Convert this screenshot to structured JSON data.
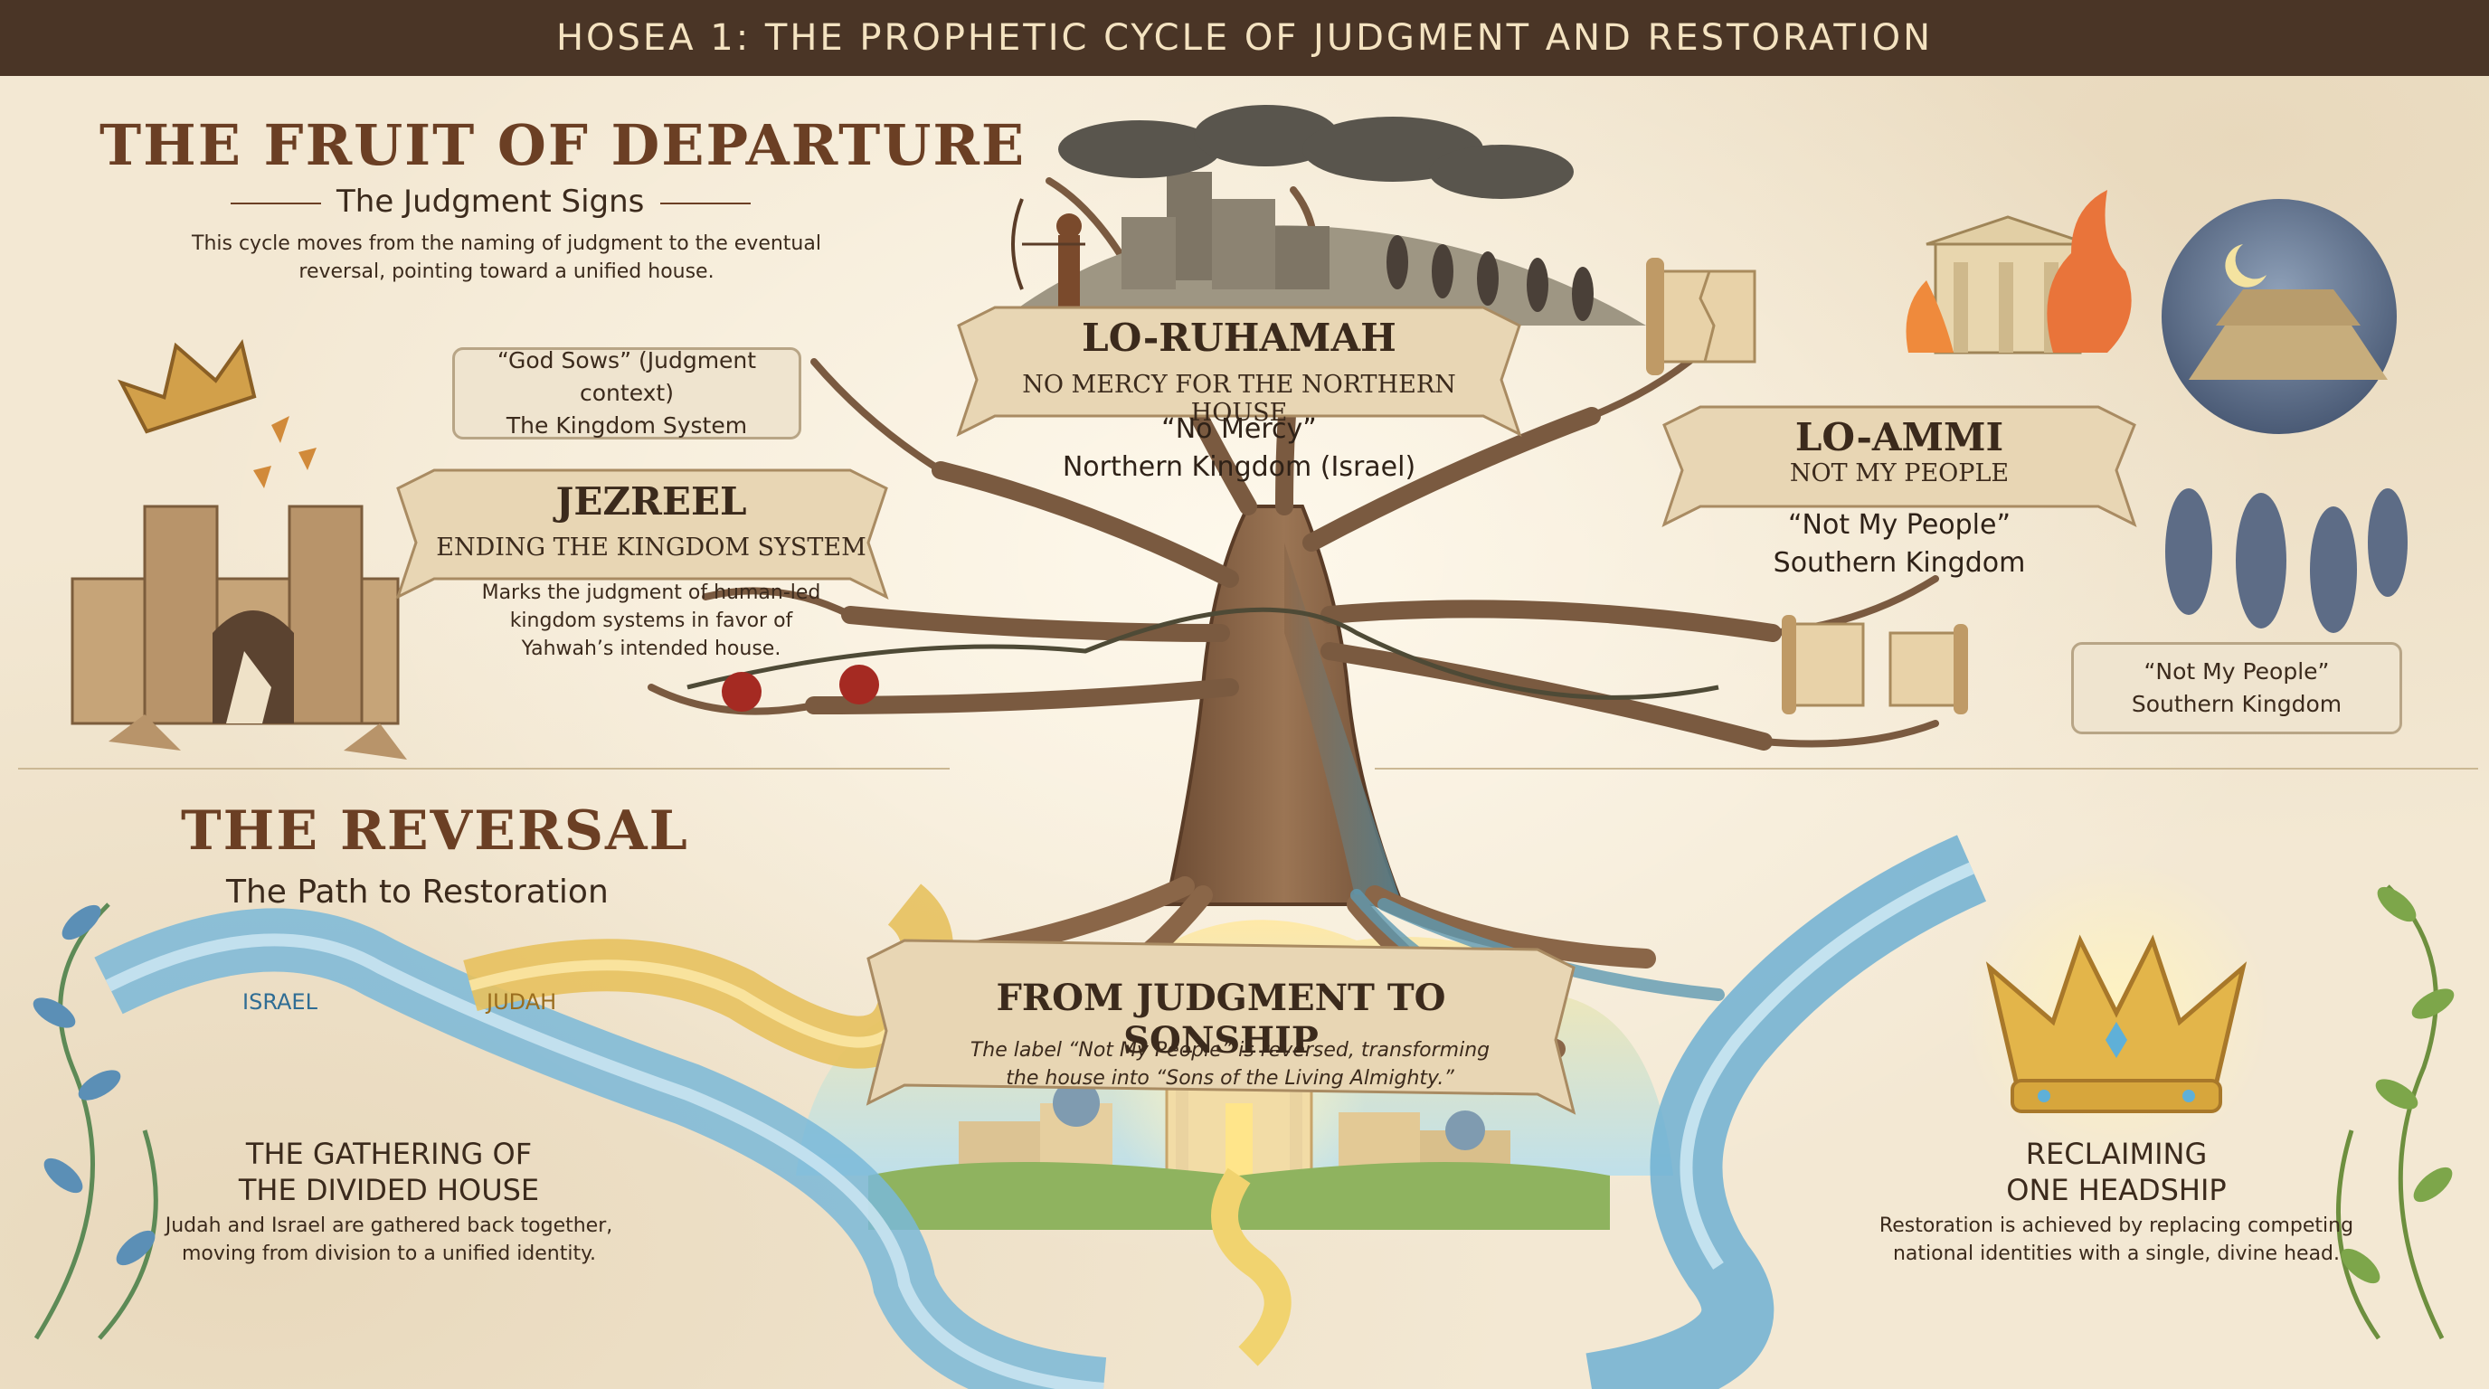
{
  "header": {
    "title": "HOSEA 1: THE PROPHETIC CYCLE OF JUDGMENT AND RESTORATION"
  },
  "top_section": {
    "title": "THE FRUIT OF DEPARTURE",
    "subtitle": "The Judgment Signs",
    "description_line1": "This cycle moves from the naming of judgment to the eventual",
    "description_line2": "reversal, pointing toward a unified house."
  },
  "jezreel": {
    "note_line1": "“God Sows” (Judgment context)",
    "note_line2": "The Kingdom System",
    "name": "JEZREEL",
    "banner": "ENDING THE KINGDOM SYSTEM",
    "desc_line1": "Marks the judgment of human-led",
    "desc_line2": "kingdom systems in favor of",
    "desc_line3": "Yahwah’s intended house."
  },
  "lo_ruhamah": {
    "name": "LO-RUHAMAH",
    "banner": "NO MERCY FOR THE NORTHERN HOUSE",
    "meaning": "“No Mercy”",
    "kingdom": "Northern Kingdom (Israel)"
  },
  "lo_ammi": {
    "name": "LO-AMMI",
    "banner": "NOT MY PEOPLE",
    "meaning": "“Not My People”",
    "kingdom": "Southern Kingdom",
    "note_line1": "“Not My People”",
    "note_line2": "Southern Kingdom"
  },
  "bottom_section": {
    "title": "THE REVERSAL",
    "subtitle": "The Path to Restoration",
    "stream_israel": "ISRAEL",
    "stream_judah": "JUDAH"
  },
  "center_banner": {
    "title": "FROM JUDGMENT TO SONSHIP",
    "desc_line1": "The label “Not My People” is reversed, transforming",
    "desc_line2": "the house into “Sons of the Living Almighty.”"
  },
  "gathering": {
    "title_line1": "THE GATHERING OF",
    "title_line2": "THE DIVIDED HOUSE",
    "desc_line1": "Judah and Israel are gathered back together,",
    "desc_line2": "moving from division to a unified identity."
  },
  "headship": {
    "title_line1": "RECLAIMING",
    "title_line2": "ONE HEADSHIP",
    "desc_line1": "Restoration is achieved by replacing competing",
    "desc_line2": "national identities with a single, divine head."
  },
  "colors": {
    "header_bg": "#4a3526",
    "title_brown": "#6b3f24",
    "parchment": "#f3e8d3",
    "israel_blue": "#5aa3c9",
    "judah_gold": "#e3b54a",
    "tree_bark": "#8a6648",
    "leaf_green": "#6f9a4c",
    "seal_red": "#a52a22"
  }
}
